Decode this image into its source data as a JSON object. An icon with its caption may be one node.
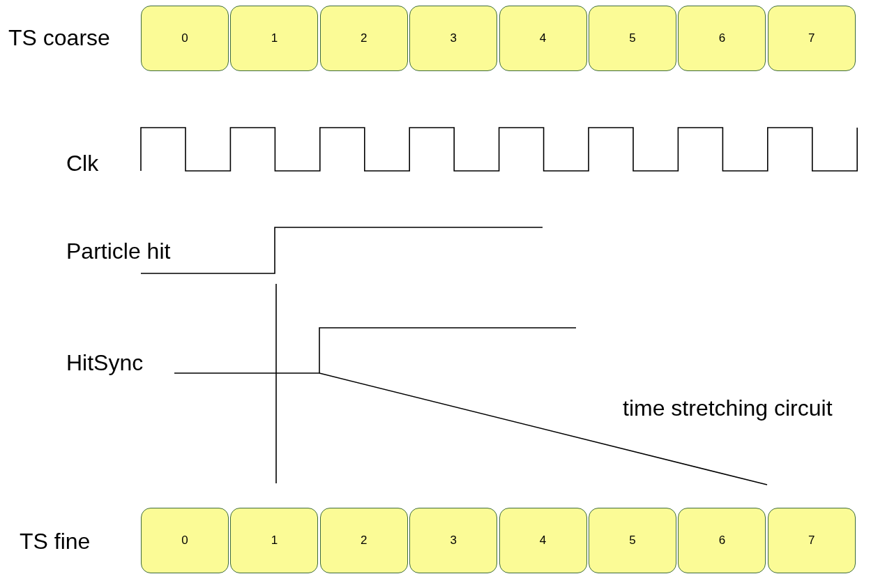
{
  "diagram": {
    "nodes": [
      {
        "text": [
          "0"
        ]
      },
      {
        "text": [
          "1"
        ]
      },
      {
        "text": [
          "2"
        ]
      },
      {
        "text": [
          "3"
        ]
      },
      {
        "text": [
          "4"
        ]
      },
      {
        "text": [
          "5"
        ]
      },
      {
        "text": [
          "6"
        ]
      },
      {
        "text": [
          "7"
        ]
      },
      {
        "text": [
          "0"
        ]
      },
      {
        "text": [
          "1"
        ]
      },
      {
        "text": [
          "2"
        ]
      },
      {
        "text": [
          "3"
        ]
      },
      {
        "text": [
          "4"
        ]
      },
      {
        "text": [
          "5"
        ]
      },
      {
        "text": [
          "6"
        ]
      },
      {
        "text": [
          "7"
        ]
      }
    ],
    "edges": [],
    "labels": [
      "TS coarse",
      "Clk",
      "Particle hit",
      "HitSync",
      "time stretching circuit",
      "TS fine"
    ]
  }
}
